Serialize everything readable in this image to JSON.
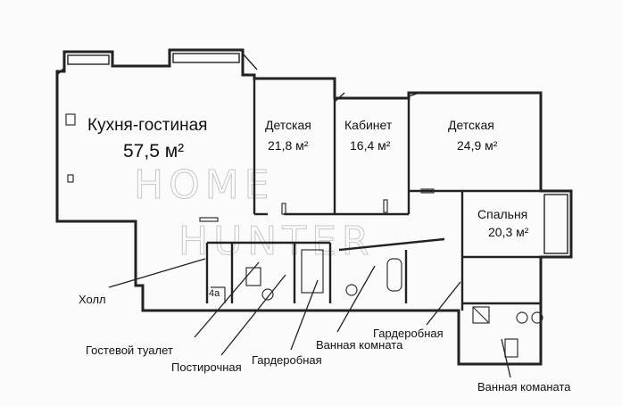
{
  "rooms": {
    "kitchen": {
      "name": "Кухня-гостиная",
      "area": "57,5 м²"
    },
    "kids1": {
      "name": "Детская",
      "area": "21,8 м²"
    },
    "study": {
      "name": "Кабинет",
      "area": "16,4 м²"
    },
    "kids2": {
      "name": "Детская",
      "area": "24,9 м²"
    },
    "bedroom": {
      "name": "Спальня",
      "area": "20,3 м²"
    }
  },
  "small_label": "4a",
  "callouts": {
    "hall": "Холл",
    "guest_wc": "Гостевой туалет",
    "laundry": "Постирочная",
    "wardrobe1": "Гардеробная",
    "bath1": "Ванная комната",
    "wardrobe2": "Гардеробная",
    "bath2": "Ванная команата"
  },
  "watermark": {
    "line1": "HOME",
    "line2": "HUNTER"
  }
}
